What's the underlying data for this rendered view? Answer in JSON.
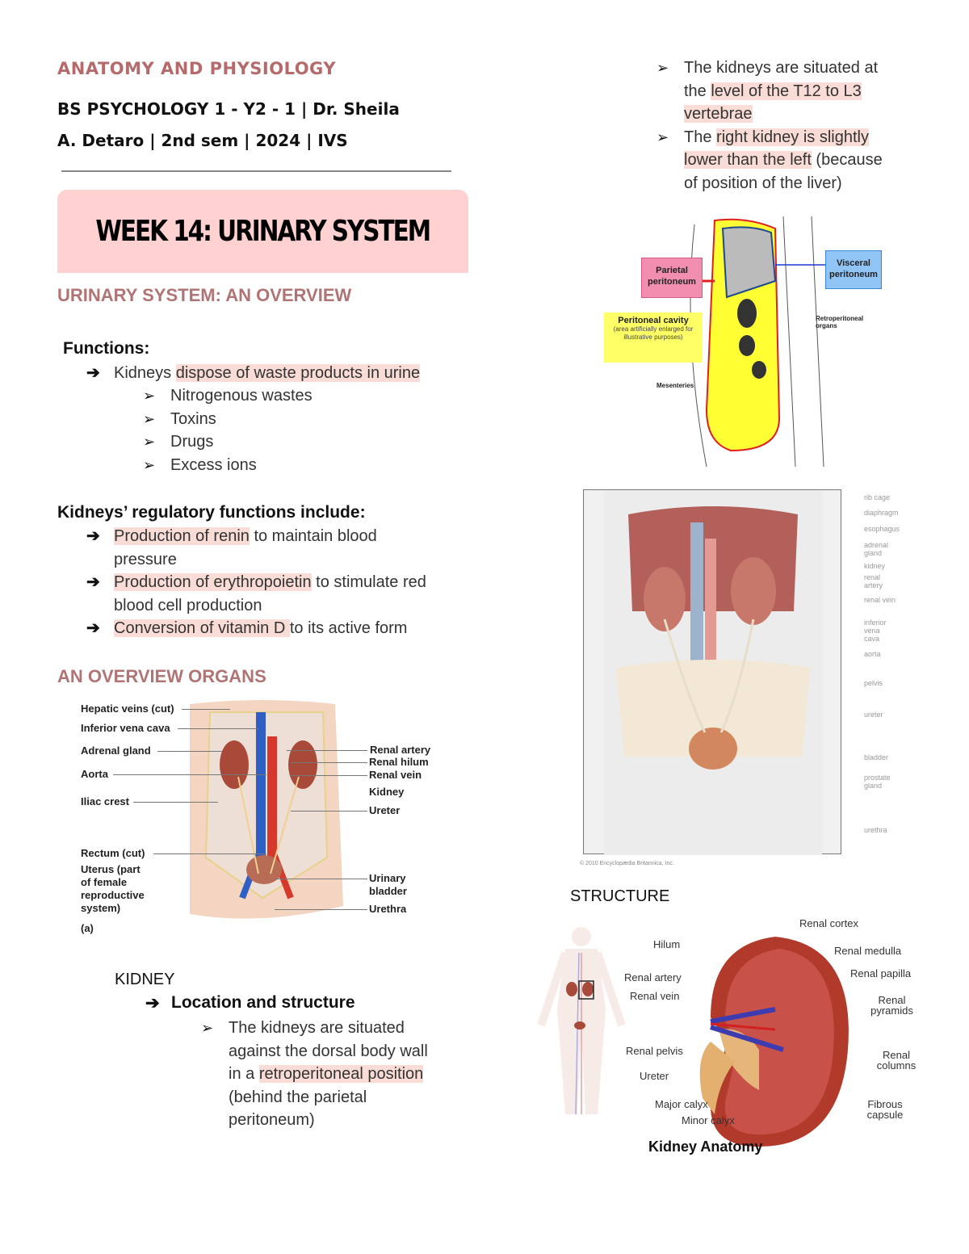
{
  "header": {
    "course_title": "ANATOMY AND PHYSIOLOGY",
    "meta_line1": "BS PSYCHOLOGY 1 - Y2 - 1 | Dr. Sheila",
    "meta_line2": "A. Detaro | 2nd sem | 2024 | IVS",
    "week_title": "WEEK 14: URINARY SYSTEM"
  },
  "overview": {
    "heading": "URINARY SYSTEM: AN OVERVIEW",
    "functions_label": "Functions:",
    "function_item": {
      "plain": "Kidneys ",
      "highlight": "dispose of waste products in urine"
    },
    "waste_items": [
      "Nitrogenous wastes",
      "Toxins",
      "Drugs",
      "Excess ions"
    ],
    "regulatory_label": "Kidneys’ regulatory functions include:",
    "regulatory_items": [
      {
        "highlight": "Production of renin",
        "rest": " to maintain blood",
        "rest2": "pressure"
      },
      {
        "highlight": "Production of erythropoietin",
        "rest": " to stimulate red",
        "rest2": "blood cell production"
      },
      {
        "highlight": "Conversion of vitamin D ",
        "rest": "to its active form",
        "rest2": ""
      }
    ]
  },
  "organs": {
    "heading": "AN OVERVIEW ORGANS",
    "figure_left_labels": [
      "Hepatic veins (cut)",
      "Inferior vena cava",
      "Adrenal gland",
      "Aorta",
      "Iliac crest",
      "Rectum (cut)",
      "Uterus (part",
      "of female",
      "reproductive",
      "system)"
    ],
    "figure_right_labels": [
      "Renal artery",
      "Renal hilum",
      "Renal vein",
      "Kidney",
      "Ureter",
      "Urinary",
      "bladder",
      "Urethra"
    ],
    "figure_caption": "(a)"
  },
  "kidney": {
    "heading": "KIDNEY",
    "subheading": "Location and structure",
    "point1": {
      "line1": "The kidneys are situated",
      "line2": "against the dorsal body wall",
      "line3_plain": "in a ",
      "line3_highlight": "retroperitoneal position",
      "line4": "(behind the parietal",
      "line5": "peritoneum)"
    },
    "point2": {
      "line1": "The kidneys are situated at",
      "line2_plain": "the ",
      "line2_highlight": "level of the T12 to L3",
      "line3_highlight": "vertebrae"
    },
    "point3": {
      "plain": "The ",
      "highlight1": "right kidney is slightly",
      "highlight2": "lower than the left",
      "rest": " (because",
      "line3": "of position of the liver)"
    }
  },
  "peritoneum_figure": {
    "parietal": "Parietal peritoneum",
    "visceral": "Visceral peritoneum",
    "cavity_title": "Peritoneal cavity",
    "cavity_note": "(area artificially enlarged for illustrative purposes)",
    "retroperitoneal": "Retroperitoneal organs",
    "mesenteries": "Mesenteries"
  },
  "male_figure": {
    "labels": [
      "rib cage",
      "diaphragm",
      "esophagus",
      "adrenal gland",
      "kidney",
      "renal artery",
      "renal vein",
      "inferior vena cava",
      "aorta",
      "pelvis",
      "ureter",
      "bladder",
      "prostate gland",
      "urethra"
    ],
    "credit": "© 2010 Encyclopædia Britannica, Inc."
  },
  "structure": {
    "heading": "STRUCTURE",
    "labels_left": [
      "Hilum",
      "Renal artery",
      "Renal vein",
      "Renal pelvis",
      "Ureter",
      "Major calyx",
      "Minor calyx"
    ],
    "labels_right": [
      "Renal cortex",
      "Renal medulla",
      "Renal papilla",
      "Renal pyramids",
      "Renal columns",
      "Fibrous capsule"
    ],
    "caption": "Kidney Anatomy"
  }
}
